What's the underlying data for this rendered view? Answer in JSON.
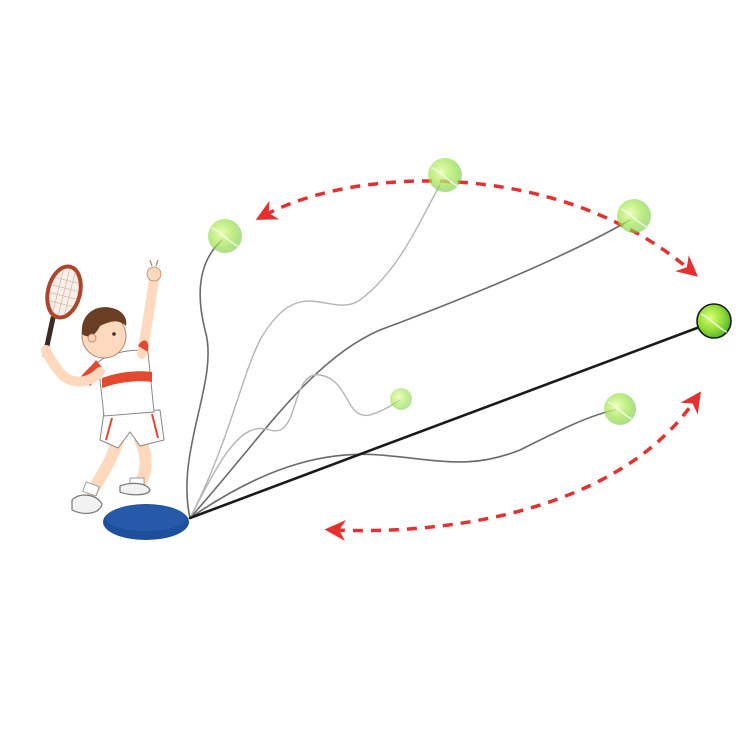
{
  "colors": {
    "background": "#ffffff",
    "arrow": "#e53030",
    "ball_core": "#9be23a",
    "ball_edge": "#5cb82a",
    "base": "#1f4f9c",
    "string_dark": "#1a1a1a",
    "string_mid": "#6b6b6b",
    "string_light": "#b5b5b5",
    "shirt": "#ffffff",
    "shirt_stripe": "#e2492f",
    "skin": "#ffd9bd",
    "hair": "#6b3d22",
    "racket": "#b0452e"
  },
  "scene": {
    "subject": "child-tennis-player",
    "equipment": "tennis-trainer-base-with-ball-on-string",
    "balls_shown": 6,
    "arrows_shown": 2
  }
}
